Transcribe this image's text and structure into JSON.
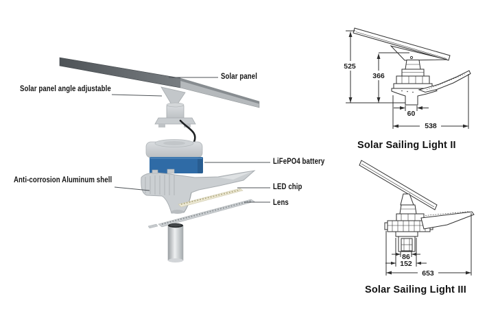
{
  "canvas": {
    "background": "#ffffff"
  },
  "exploded_view": {
    "labels": {
      "solar_panel": "Solar panel",
      "angle_adjustable": "Solar panel angle adjustable",
      "battery": "LiFePO4 battery",
      "shell": "Anti-corrosion Aluminum shell",
      "led_chip": "LED chip",
      "lens": "Lens"
    },
    "colors": {
      "battery_blue": "#2f6ba6",
      "battery_blue_dark": "#285d91",
      "panel_dark": "#54585c",
      "metal_gray": "#cbcfd2",
      "led_strip": "#ece8d3"
    }
  },
  "drawings": [
    {
      "title": "Solar Sailing Light II",
      "dims": {
        "total_height": "525",
        "body_height": "366",
        "neck_width": "60",
        "total_width": "538"
      }
    },
    {
      "title": "Solar Sailing Light III",
      "dims": {
        "neck_width": "86",
        "base_width": "152",
        "total_width": "653"
      }
    }
  ]
}
